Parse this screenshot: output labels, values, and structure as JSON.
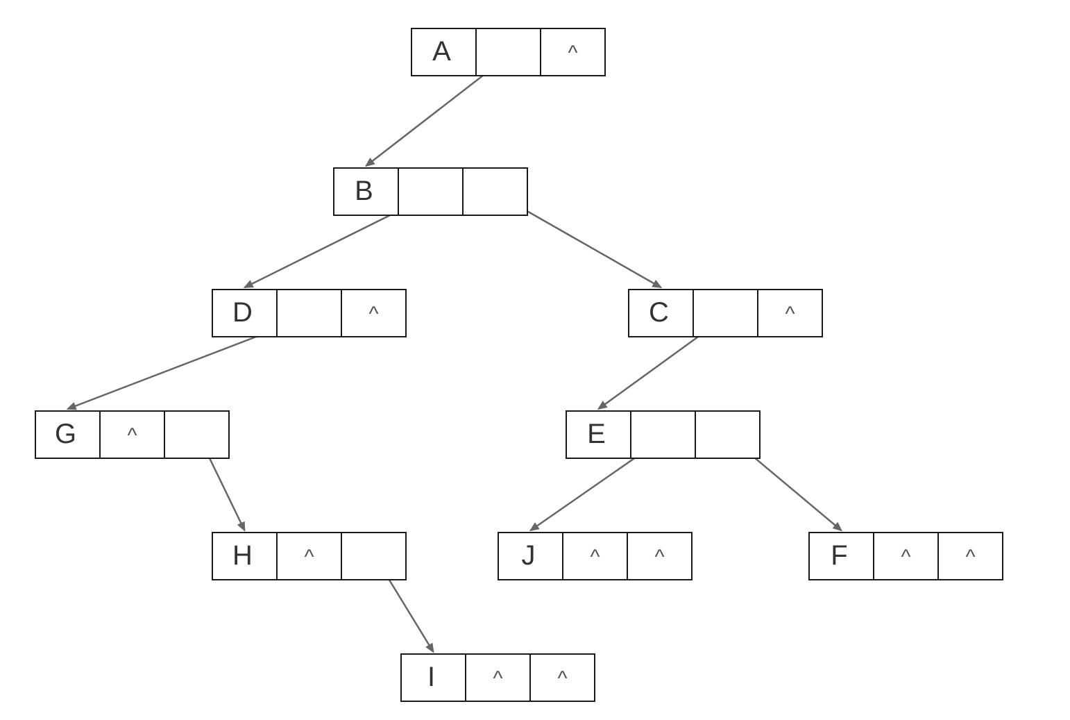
{
  "null_symbol": "^",
  "nodes": [
    {
      "id": "A",
      "label": "A",
      "left_null": false,
      "right_null": true
    },
    {
      "id": "B",
      "label": "B",
      "left_null": false,
      "right_null": false
    },
    {
      "id": "C",
      "label": "C",
      "left_null": false,
      "right_null": true
    },
    {
      "id": "D",
      "label": "D",
      "left_null": false,
      "right_null": true
    },
    {
      "id": "E",
      "label": "E",
      "left_null": false,
      "right_null": false
    },
    {
      "id": "F",
      "label": "F",
      "left_null": true,
      "right_null": true
    },
    {
      "id": "G",
      "label": "G",
      "left_null": true,
      "right_null": false
    },
    {
      "id": "H",
      "label": "H",
      "left_null": true,
      "right_null": false
    },
    {
      "id": "I",
      "label": "I",
      "left_null": true,
      "right_null": true
    },
    {
      "id": "J",
      "label": "J",
      "left_null": true,
      "right_null": true
    }
  ],
  "edges": [
    {
      "from": "A",
      "pointer": "left",
      "to": "B"
    },
    {
      "from": "B",
      "pointer": "left",
      "to": "D"
    },
    {
      "from": "B",
      "pointer": "right",
      "to": "C"
    },
    {
      "from": "D",
      "pointer": "left",
      "to": "G"
    },
    {
      "from": "C",
      "pointer": "left",
      "to": "E"
    },
    {
      "from": "G",
      "pointer": "right",
      "to": "H"
    },
    {
      "from": "H",
      "pointer": "right",
      "to": "I"
    },
    {
      "from": "E",
      "pointer": "left",
      "to": "J"
    },
    {
      "from": "E",
      "pointer": "right",
      "to": "F"
    }
  ],
  "colors": {
    "box_border": "#1a1a1a",
    "arrow": "#666666",
    "text": "#333333"
  }
}
